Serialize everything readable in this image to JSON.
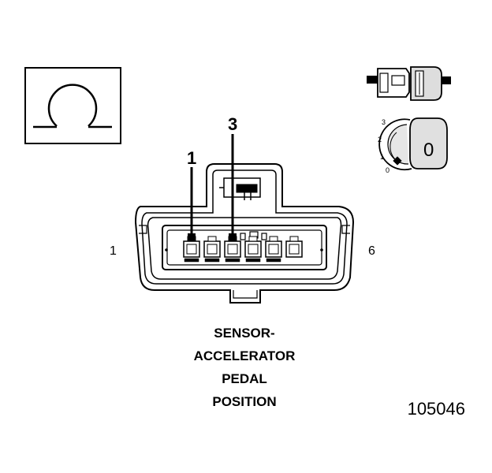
{
  "ohm_symbol": "Ω",
  "callouts": {
    "pin_a": "1",
    "pin_b": "3"
  },
  "cavity_labels": {
    "left": "1",
    "right": "6"
  },
  "switch_positions": [
    "3",
    "2",
    "1",
    "0"
  ],
  "switch_knob_value": "0",
  "title_lines": [
    "SENSOR-",
    "ACCELERATOR",
    "PEDAL",
    "POSITION"
  ],
  "figure_number": "105046",
  "icons": [
    "ohmmeter-icon",
    "connector-probe-icon",
    "ignition-switch-icon"
  ]
}
